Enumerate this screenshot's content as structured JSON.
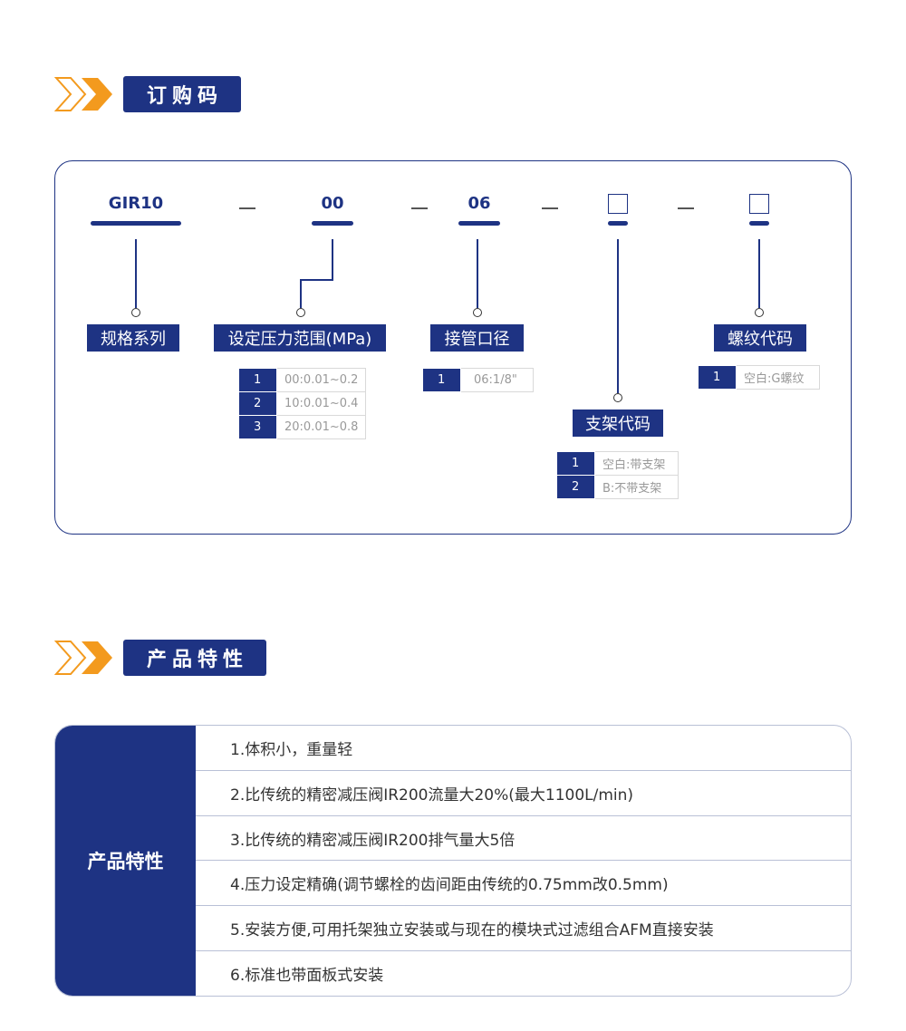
{
  "order_section": {
    "title": "订购码",
    "segments": [
      {
        "code": "GIR10"
      },
      {
        "code": "00"
      },
      {
        "code": "06"
      },
      {
        "code": ""
      },
      {
        "code": ""
      }
    ],
    "labels": {
      "spec": "规格系列",
      "pressure": "设定压力范围(MPa)",
      "port": "接管口径",
      "bracket": "支架代码",
      "thread": "螺纹代码"
    },
    "pressure_options": [
      {
        "idx": "1",
        "text": "00:0.01~0.2"
      },
      {
        "idx": "2",
        "text": "10:0.01~0.4"
      },
      {
        "idx": "3",
        "text": "20:0.01~0.8"
      }
    ],
    "port_options": [
      {
        "idx": "1",
        "text": "06:1/8\""
      }
    ],
    "bracket_options": [
      {
        "idx": "1",
        "text": "空白:带支架"
      },
      {
        "idx": "2",
        "text": "B:不带支架"
      }
    ],
    "thread_options": [
      {
        "idx": "1",
        "text": "空白:G螺纹"
      }
    ]
  },
  "features_section": {
    "title": "产品特性",
    "side_label": "产品特性",
    "rows": [
      "1.体积小，重量轻",
      "2.比传统的精密减压阀IR200流量大20%(最大1100L/min)",
      "3.比传统的精密减压阀IR200排气量大5倍",
      "4.压力设定精确(调节螺栓的齿间距由传统的0.75mm改0.5mm)",
      "5.安装方便,可用托架独立安装或与现在的模块式过滤组合AFM直接安装",
      "6.标准也带面板式安装"
    ]
  },
  "colors": {
    "primary": "#1e3383",
    "accent": "#f39a1e"
  }
}
